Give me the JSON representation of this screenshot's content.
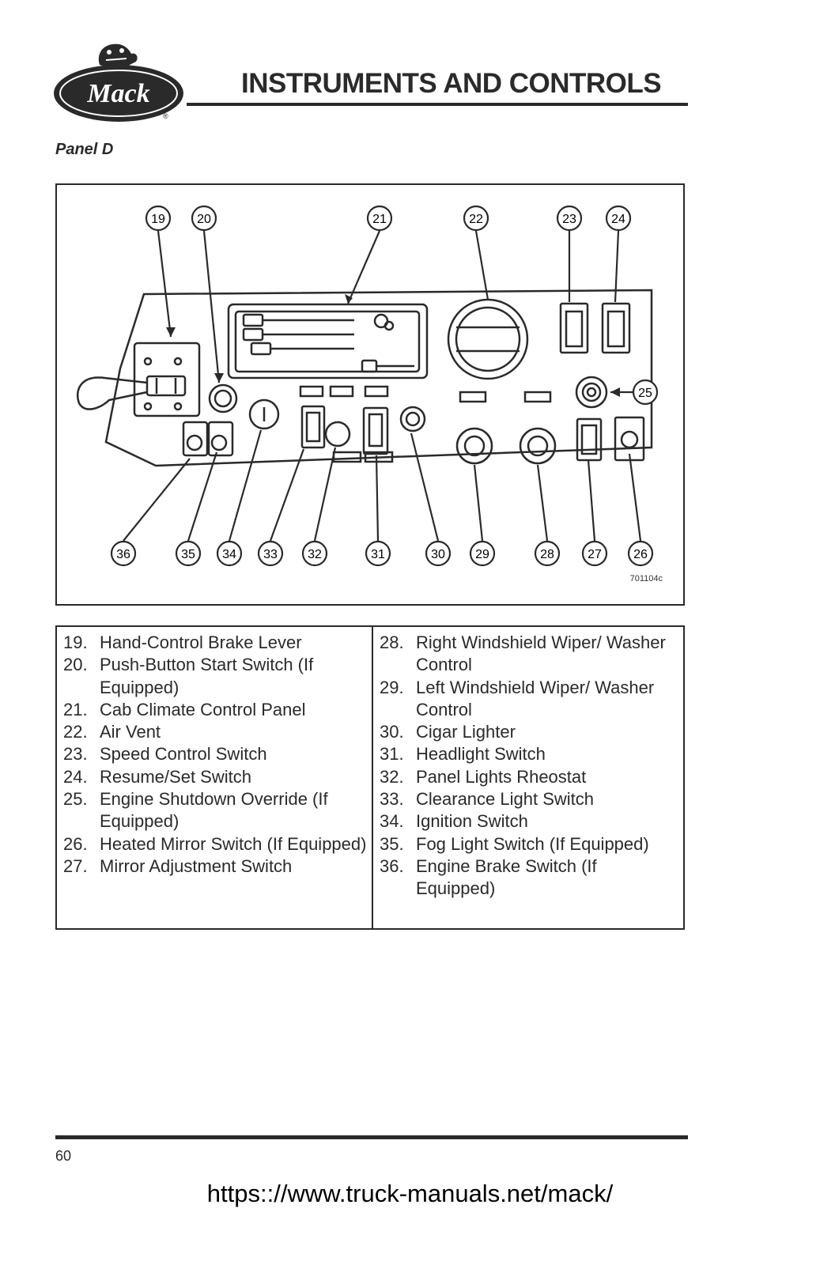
{
  "header": {
    "logo_text": "Mack",
    "title": "INSTRUMENTS AND CONTROLS"
  },
  "section_label": "Panel D",
  "diagram": {
    "figure_code": "701104c",
    "callouts": [
      "19",
      "20",
      "21",
      "22",
      "23",
      "24",
      "25",
      "26",
      "27",
      "28",
      "29",
      "30",
      "31",
      "32",
      "33",
      "34",
      "35",
      "36"
    ]
  },
  "legend": {
    "left": [
      {
        "num": "19.",
        "text": "Hand-Control Brake Lever"
      },
      {
        "num": "20.",
        "text": "Push-Button Start Switch (If Equipped)"
      },
      {
        "num": "21.",
        "text": "Cab Climate Control Panel"
      },
      {
        "num": "22.",
        "text": "Air Vent"
      },
      {
        "num": "23.",
        "text": "Speed Control Switch"
      },
      {
        "num": "24.",
        "text": "Resume/Set Switch"
      },
      {
        "num": "25.",
        "text": "Engine Shutdown Override (If Equipped)"
      },
      {
        "num": "26.",
        "text": "Heated Mirror Switch (If Equipped)"
      },
      {
        "num": "27.",
        "text": "Mirror Adjustment Switch"
      }
    ],
    "right": [
      {
        "num": "28.",
        "text": "Right Windshield Wiper/ Washer Control"
      },
      {
        "num": "29.",
        "text": "Left Windshield Wiper/ Washer Control"
      },
      {
        "num": "30.",
        "text": "Cigar Lighter"
      },
      {
        "num": "31.",
        "text": "Headlight Switch"
      },
      {
        "num": "32.",
        "text": "Panel Lights Rheostat"
      },
      {
        "num": "33.",
        "text": "Clearance Light Switch"
      },
      {
        "num": "34.",
        "text": "Ignition Switch"
      },
      {
        "num": "35.",
        "text": "Fog Light Switch (If Equipped)"
      },
      {
        "num": "36.",
        "text": "Engine Brake Switch (If Equipped)"
      }
    ]
  },
  "footer": {
    "page_number": "60",
    "source_url": "https:://www.truck-manuals.net/mack/"
  }
}
